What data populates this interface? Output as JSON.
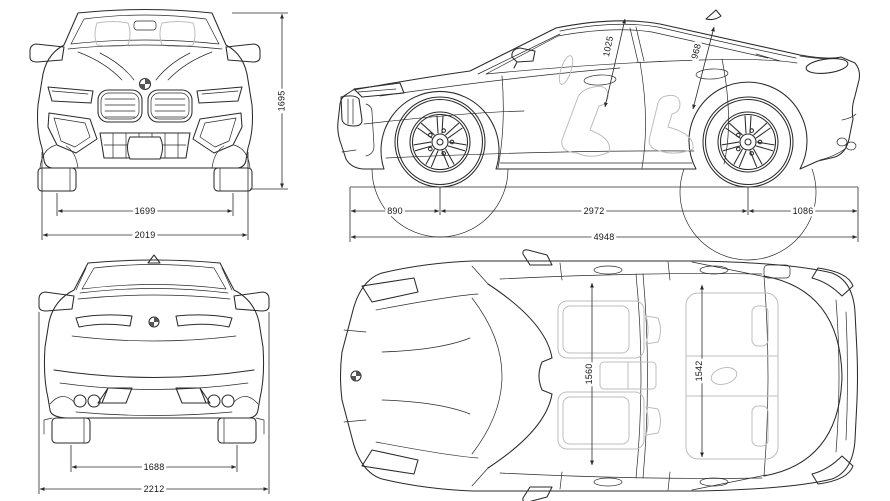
{
  "colors": {
    "line": "#2b2b2b",
    "interior_line": "#bdbdbd",
    "background": "#ffffff"
  },
  "units": "mm",
  "views": {
    "front": {
      "height": "1695",
      "track_width": "1699",
      "overall_width": "2019"
    },
    "side": {
      "front_overhang": "890",
      "wheelbase": "2972",
      "rear_overhang": "1086",
      "overall_length": "4948",
      "front_headroom": "1025",
      "rear_headroom": "968"
    },
    "rear": {
      "track_width": "1688",
      "width_with_mirrors": "2212"
    },
    "top": {
      "front_shoulder_width": "1560",
      "rear_shoulder_width": "1542"
    }
  }
}
